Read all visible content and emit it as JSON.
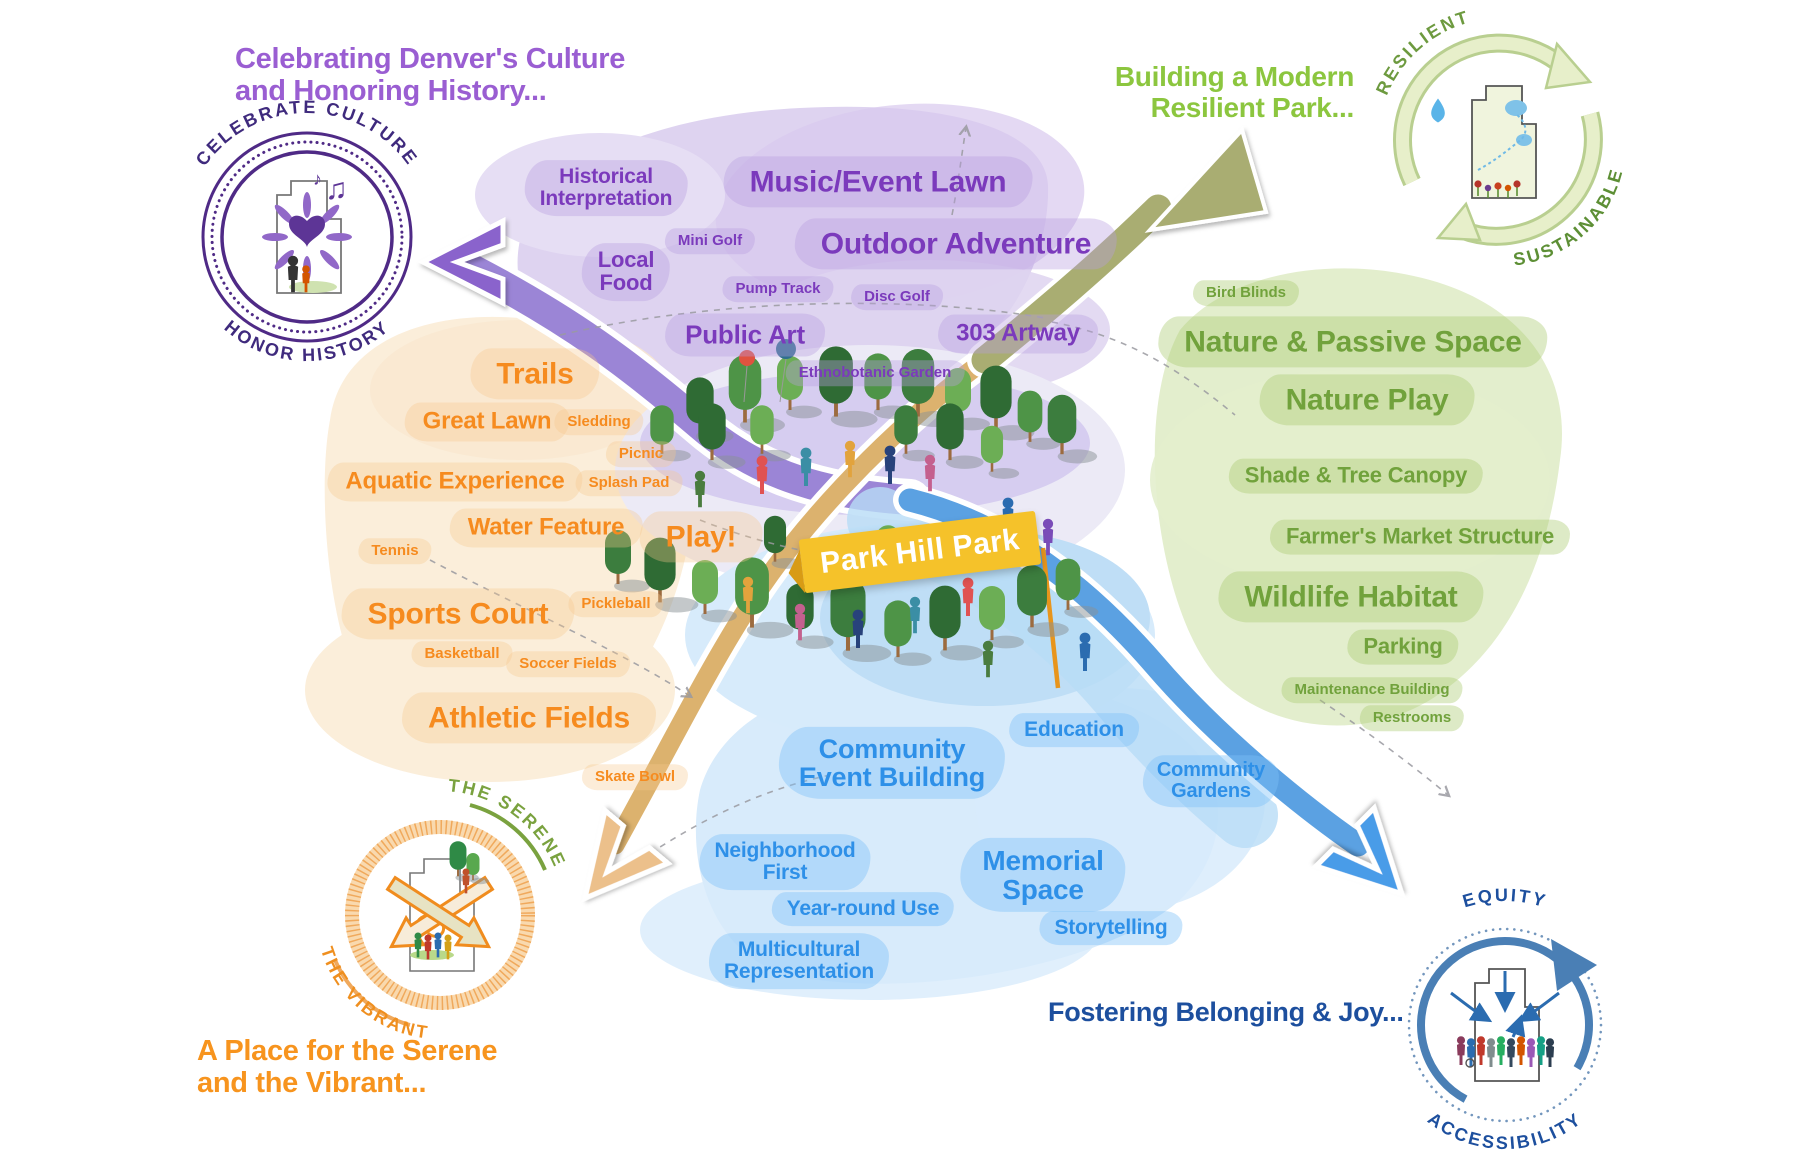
{
  "banner": "Park Hill Park",
  "colors": {
    "purple": "#7b3abc",
    "purple_heading": "#9a5ed2",
    "orange": "#f68b1f",
    "green": "#71a23c",
    "green_heading": "#8cc63f",
    "blue": "#2e90e8",
    "navy_heading": "#1d4f9e",
    "banner_bg": "#f5c22a"
  },
  "quadrants": {
    "culture": {
      "heading": "Celebrating Denver's Culture\nand Honoring History...",
      "badge_top": "CELEBRATE CULTURE",
      "badge_bottom": "HONOR HISTORY",
      "items": [
        "Historical\nInterpretation",
        "Music/Event Lawn",
        "Mini Golf",
        "Outdoor Adventure",
        "Local\nFood",
        "Pump Track",
        "Disc Golf",
        "Public Art",
        "303 Artway",
        "Ethnobotanic Garden"
      ]
    },
    "resilient": {
      "heading": "Building a Modern\nResilient Park...",
      "badge_top": "RESILIENT",
      "badge_bottom": "SUSTAINABLE",
      "items": [
        "Bird Blinds",
        "Nature & Passive Space",
        "Nature Play",
        "Shade & Tree Canopy",
        "Farmer's Market Structure",
        "Wildlife Habitat",
        "Parking",
        "Maintenance Building",
        "Restrooms"
      ]
    },
    "serene": {
      "heading": "A Place for the Serene\nand the Vibrant...",
      "badge_top": "THE SERENE",
      "badge_bottom": "THE VIBRANT",
      "items": [
        "Trails",
        "Great Lawn",
        "Sledding",
        "Picnic",
        "Aquatic Experience",
        "Splash Pad",
        "Water Feature",
        "Tennis",
        "Play!",
        "Sports Court",
        "Pickleball",
        "Basketball",
        "Soccer Fields",
        "Athletic Fields",
        "Skate Bowl"
      ]
    },
    "belonging": {
      "heading": "Fostering Belonging & Joy...",
      "badge_top": "EQUITY",
      "badge_bottom": "ACCESSIBILITY",
      "items": [
        "Community\nEvent Building",
        "Education",
        "Community\nGardens",
        "Neighborhood\nFirst",
        "Memorial\nSpace",
        "Year-round Use",
        "Storytelling",
        "Multicultural\nRepresentation"
      ]
    }
  }
}
